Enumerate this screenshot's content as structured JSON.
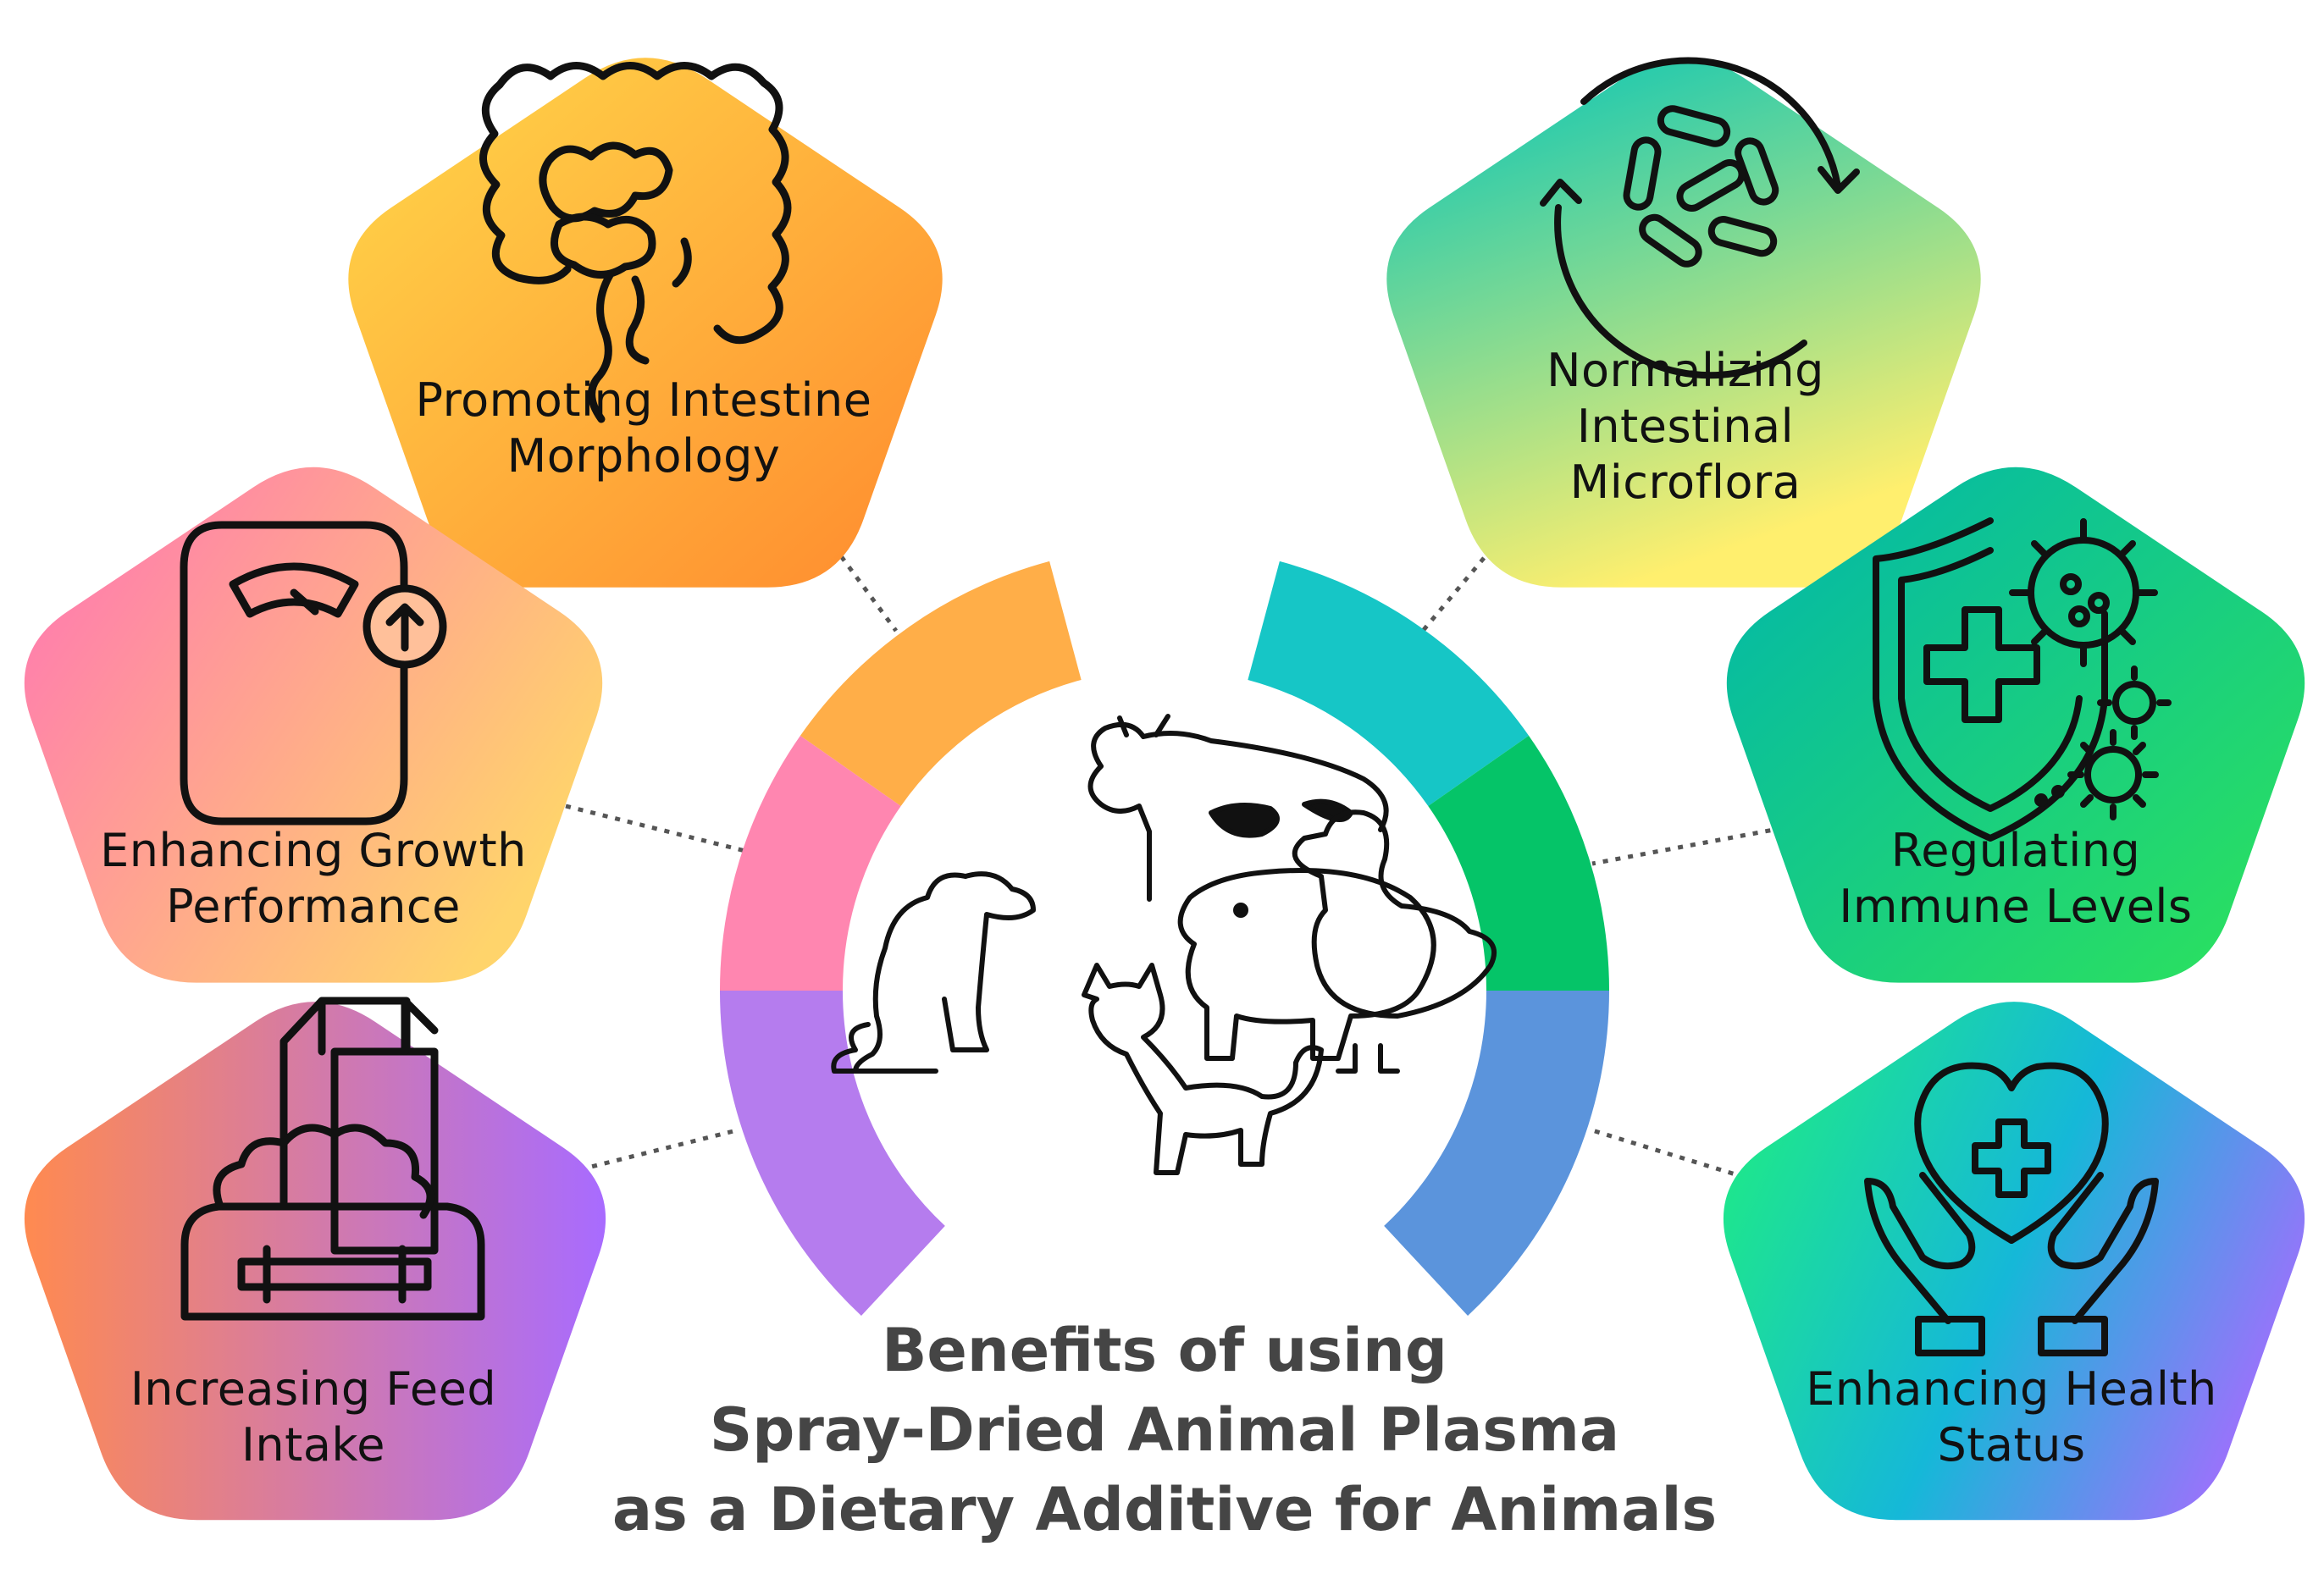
{
  "title": {
    "line1": "Benefits of using",
    "line2": "Spray-Dried Animal Plasma",
    "line3": "as a Dietary Additive for Animals"
  },
  "benefits": [
    {
      "line1": "Promoting Intestine",
      "line2": "Morphology",
      "icon": "intestine-icon",
      "colors": [
        "#ffd84a",
        "#ff8a2e"
      ]
    },
    {
      "line1": "Enhancing Growth",
      "line2": "Performance",
      "icon": "weight-scale-icon",
      "colors": [
        "#ff72b6",
        "#ffd46b"
      ]
    },
    {
      "line1": "Increasing Feed",
      "line2": "Intake",
      "icon": "feed-bag-icon",
      "colors": [
        "#ff8a50",
        "#a86bff"
      ]
    },
    {
      "line1": "Normalizing",
      "line2": "Intestinal",
      "line3": "Microflora",
      "icon": "bacteria-cycle-icon",
      "colors": [
        "#00c4b8",
        "#ffef6e"
      ]
    },
    {
      "line1": "Regulating",
      "line2": "Immune Levels",
      "icon": "shield-virus-icon",
      "colors": [
        "#00b5ad",
        "#2ee35a"
      ]
    },
    {
      "line1": "Enhancing Health",
      "line2": "Status",
      "icon": "heart-hands-icon",
      "colors": [
        "#1ee88a",
        "#a86bff"
      ]
    }
  ],
  "center_icon": "farm-animals-icon",
  "ring_colors": {
    "left": [
      "#b57cee",
      "#ff86b0",
      "#ffae48"
    ],
    "right": [
      "#16c6c6",
      "#05c468",
      "#5b94dc"
    ]
  }
}
